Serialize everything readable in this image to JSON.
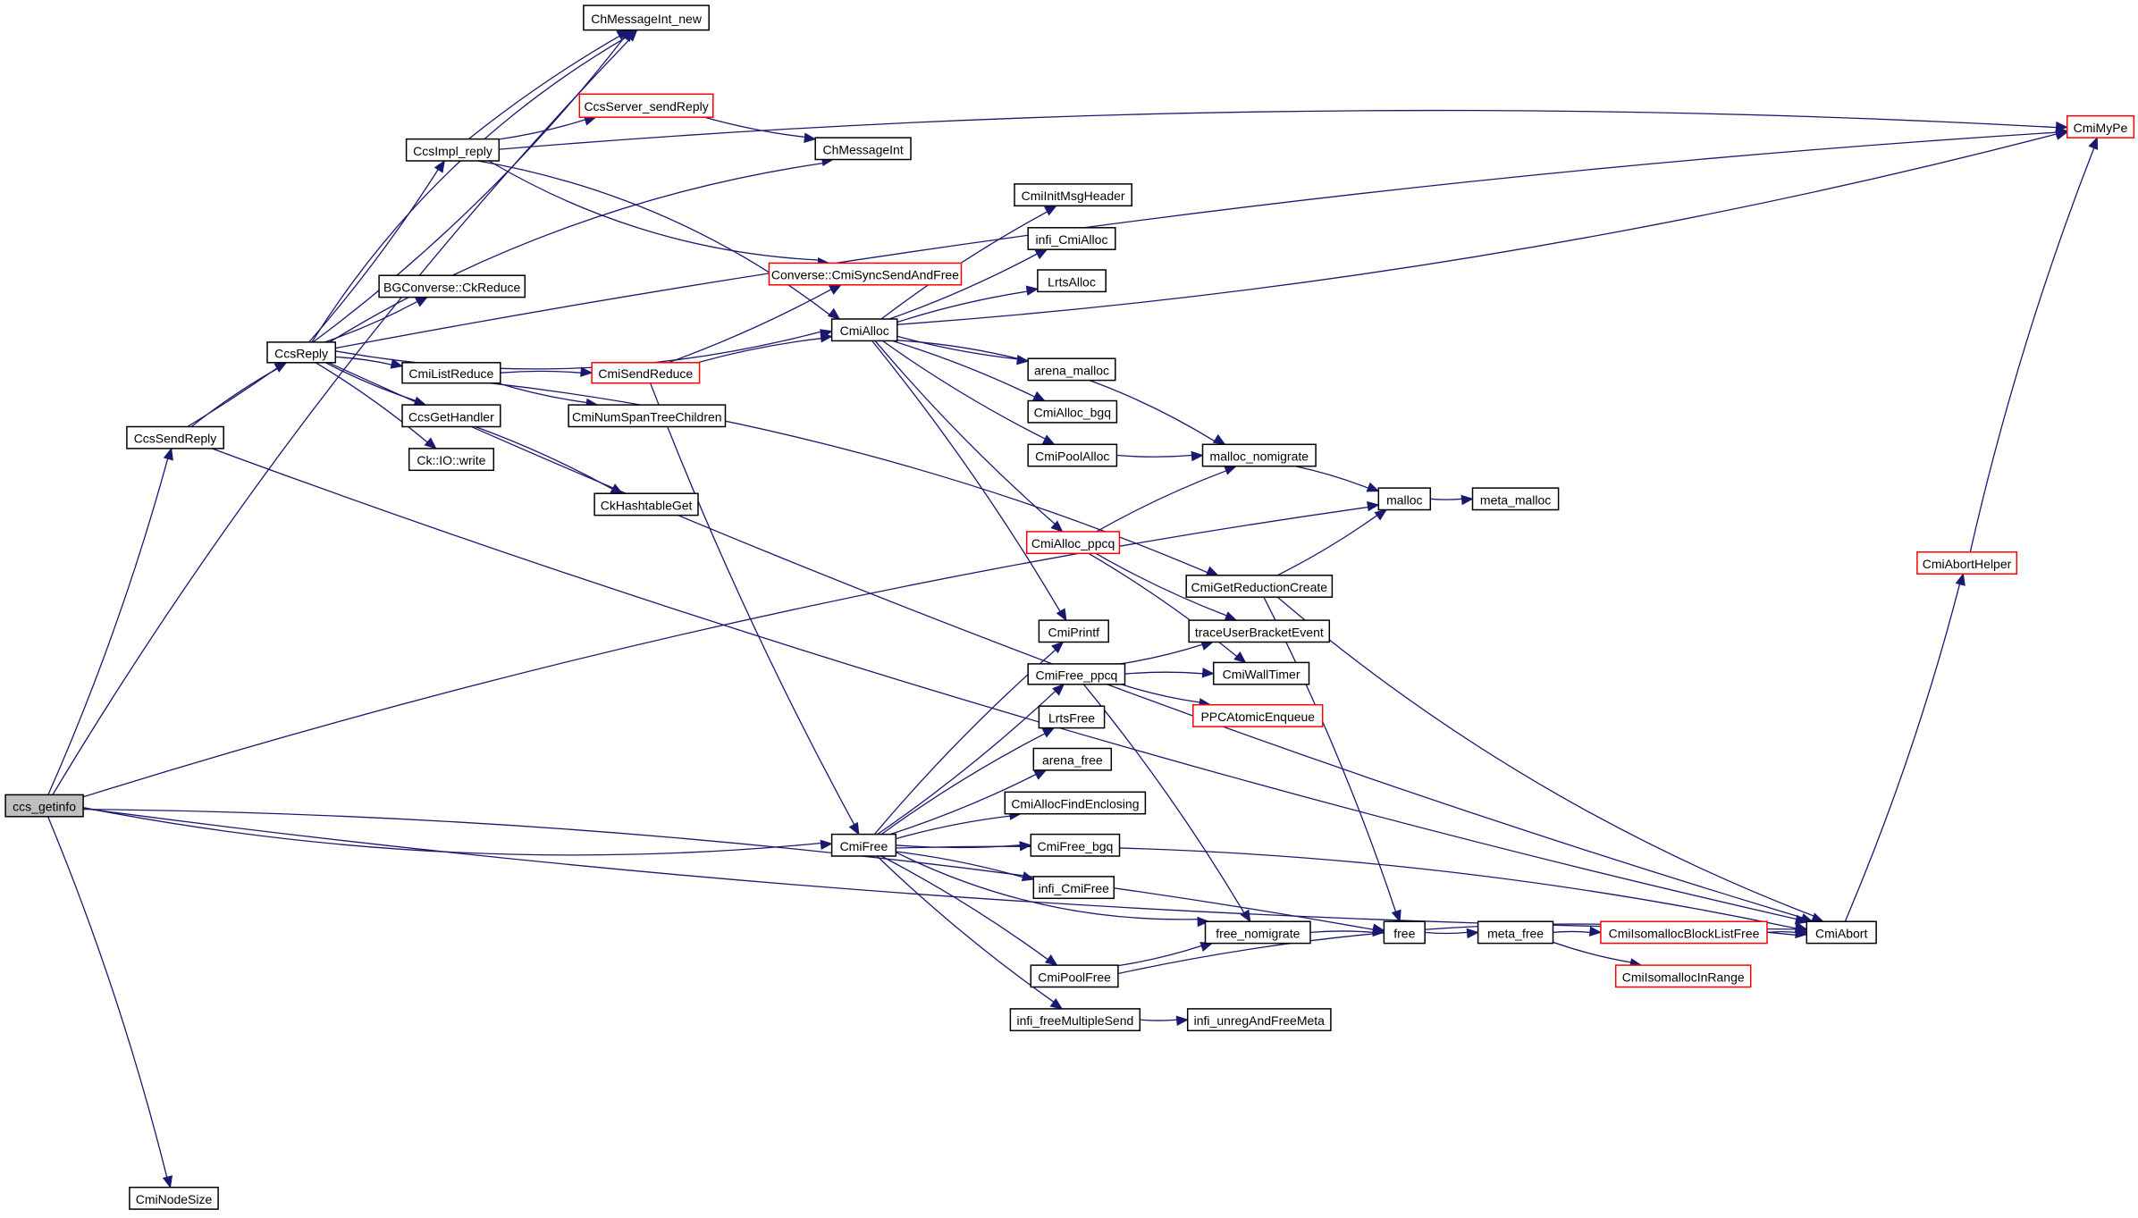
{
  "graph": {
    "type": "call-graph",
    "root": "ccs_getinfo",
    "colors": {
      "edge": "#191970",
      "node_border": "#000000",
      "node_border_external": "#ff0000",
      "root_fill": "#bfbfbf"
    },
    "nodes": [
      {
        "id": "ccs_getinfo",
        "label": "ccs_getinfo",
        "style": "root"
      },
      {
        "id": "ChMessageInt_new",
        "label": "ChMessageInt_new",
        "style": "normal"
      },
      {
        "id": "CcsServer_sendReply",
        "label": "CcsServer_sendReply",
        "style": "red"
      },
      {
        "id": "CcsImpl_reply",
        "label": "CcsImpl_reply",
        "style": "normal"
      },
      {
        "id": "ChMessageInt",
        "label": "ChMessageInt",
        "style": "normal"
      },
      {
        "id": "CmiMyPe",
        "label": "CmiMyPe",
        "style": "red"
      },
      {
        "id": "CmiInitMsgHeader",
        "label": "CmiInitMsgHeader",
        "style": "normal"
      },
      {
        "id": "infi_CmiAlloc",
        "label": "infi_CmiAlloc",
        "style": "normal"
      },
      {
        "id": "LrtsAlloc",
        "label": "LrtsAlloc",
        "style": "normal"
      },
      {
        "id": "BGConverse_CkReduce",
        "label": "BGConverse::CkReduce",
        "style": "normal"
      },
      {
        "id": "Converse_CmiSyncSendAndFree",
        "label": "Converse::CmiSyncSendAndFree",
        "style": "red"
      },
      {
        "id": "CmiAlloc",
        "label": "CmiAlloc",
        "style": "normal"
      },
      {
        "id": "CcsReply",
        "label": "CcsReply",
        "style": "normal"
      },
      {
        "id": "CmiListReduce",
        "label": "CmiListReduce",
        "style": "normal"
      },
      {
        "id": "CmiSendReduce",
        "label": "CmiSendReduce",
        "style": "red"
      },
      {
        "id": "arena_malloc",
        "label": "arena_malloc",
        "style": "normal"
      },
      {
        "id": "CcsGetHandler",
        "label": "CcsGetHandler",
        "style": "normal"
      },
      {
        "id": "CmiNumSpanTreeChildren",
        "label": "CmiNumSpanTreeChildren",
        "style": "normal"
      },
      {
        "id": "CmiAlloc_bgq",
        "label": "CmiAlloc_bgq",
        "style": "normal"
      },
      {
        "id": "CcsSendReply",
        "label": "CcsSendReply",
        "style": "normal"
      },
      {
        "id": "CmiPoolAlloc",
        "label": "CmiPoolAlloc",
        "style": "normal"
      },
      {
        "id": "malloc_nomigrate",
        "label": "malloc_nomigrate",
        "style": "normal"
      },
      {
        "id": "Ck_IO_write",
        "label": "Ck::IO::write",
        "style": "normal"
      },
      {
        "id": "malloc",
        "label": "malloc",
        "style": "normal"
      },
      {
        "id": "meta_malloc",
        "label": "meta_malloc",
        "style": "normal"
      },
      {
        "id": "CkHashtableGet",
        "label": "CkHashtableGet",
        "style": "normal"
      },
      {
        "id": "CmiAlloc_ppcq",
        "label": "CmiAlloc_ppcq",
        "style": "red"
      },
      {
        "id": "CmiAbortHelper",
        "label": "CmiAbortHelper",
        "style": "red"
      },
      {
        "id": "CmiGetReductionCreate",
        "label": "CmiGetReductionCreate",
        "style": "normal"
      },
      {
        "id": "CmiPrintf",
        "label": "CmiPrintf",
        "style": "normal"
      },
      {
        "id": "traceUserBracketEvent",
        "label": "traceUserBracketEvent",
        "style": "normal"
      },
      {
        "id": "CmiFree_ppcq",
        "label": "CmiFree_ppcq",
        "style": "normal"
      },
      {
        "id": "CmiWallTimer",
        "label": "CmiWallTimer",
        "style": "normal"
      },
      {
        "id": "PPCAtomicEnqueue",
        "label": "PPCAtomicEnqueue",
        "style": "red"
      },
      {
        "id": "LrtsFree",
        "label": "LrtsFree",
        "style": "normal"
      },
      {
        "id": "arena_free",
        "label": "arena_free",
        "style": "normal"
      },
      {
        "id": "CmiAllocFindEnclosing",
        "label": "CmiAllocFindEnclosing",
        "style": "normal"
      },
      {
        "id": "CmiFree",
        "label": "CmiFree",
        "style": "normal"
      },
      {
        "id": "CmiFree_bgq",
        "label": "CmiFree_bgq",
        "style": "normal"
      },
      {
        "id": "infi_CmiFree",
        "label": "infi_CmiFree",
        "style": "normal"
      },
      {
        "id": "free_nomigrate",
        "label": "free_nomigrate",
        "style": "normal"
      },
      {
        "id": "free",
        "label": "free",
        "style": "normal"
      },
      {
        "id": "meta_free",
        "label": "meta_free",
        "style": "normal"
      },
      {
        "id": "CmiIsomallocBlockListFree",
        "label": "CmiIsomallocBlockListFree",
        "style": "red"
      },
      {
        "id": "CmiAbort",
        "label": "CmiAbort",
        "style": "normal"
      },
      {
        "id": "CmiIsomallocInRange",
        "label": "CmiIsomallocInRange",
        "style": "red"
      },
      {
        "id": "CmiPoolFree",
        "label": "CmiPoolFree",
        "style": "normal"
      },
      {
        "id": "infi_freeMultipleSend",
        "label": "infi_freeMultipleSend",
        "style": "normal"
      },
      {
        "id": "infi_unregAndFreeMeta",
        "label": "infi_unregAndFreeMeta",
        "style": "normal"
      },
      {
        "id": "CmiNodeSize",
        "label": "CmiNodeSize",
        "style": "normal"
      }
    ],
    "edges": [
      [
        "ccs_getinfo",
        "ChMessageInt_new"
      ],
      [
        "ccs_getinfo",
        "CcsSendReply"
      ],
      [
        "ccs_getinfo",
        "malloc"
      ],
      [
        "ccs_getinfo",
        "CmiFree"
      ],
      [
        "ccs_getinfo",
        "free"
      ],
      [
        "ccs_getinfo",
        "CmiAbort"
      ],
      [
        "ccs_getinfo",
        "CmiNodeSize"
      ],
      [
        "CcsSendReply",
        "ChMessageInt_new"
      ],
      [
        "CcsSendReply",
        "CcsReply"
      ],
      [
        "CcsSendReply",
        "CmiAbort"
      ],
      [
        "CcsReply",
        "ChMessageInt_new"
      ],
      [
        "CcsReply",
        "CcsImpl_reply"
      ],
      [
        "CcsReply",
        "ChMessageInt"
      ],
      [
        "CcsReply",
        "BGConverse_CkReduce"
      ],
      [
        "CcsReply",
        "CmiMyPe"
      ],
      [
        "CcsReply",
        "CmiAlloc"
      ],
      [
        "CcsReply",
        "CmiListReduce"
      ],
      [
        "CcsReply",
        "CcsGetHandler"
      ],
      [
        "CcsReply",
        "Ck_IO_write"
      ],
      [
        "CcsReply",
        "CmiAbort"
      ],
      [
        "CcsImpl_reply",
        "ChMessageInt_new"
      ],
      [
        "CcsImpl_reply",
        "CcsServer_sendReply"
      ],
      [
        "CcsImpl_reply",
        "CmiMyPe"
      ],
      [
        "CcsImpl_reply",
        "Converse_CmiSyncSendAndFree"
      ],
      [
        "CcsImpl_reply",
        "CmiAlloc"
      ],
      [
        "CcsServer_sendReply",
        "ChMessageInt"
      ],
      [
        "CmiListReduce",
        "CmiSendReduce"
      ],
      [
        "CmiListReduce",
        "CmiNumSpanTreeChildren"
      ],
      [
        "CmiListReduce",
        "CmiGetReductionCreate"
      ],
      [
        "CmiSendReduce",
        "Converse_CmiSyncSendAndFree"
      ],
      [
        "CmiSendReduce",
        "CmiAlloc"
      ],
      [
        "CmiSendReduce",
        "CmiFree"
      ],
      [
        "CcsGetHandler",
        "CkHashtableGet"
      ],
      [
        "CmiAlloc",
        "CmiMyPe"
      ],
      [
        "CmiAlloc",
        "CmiInitMsgHeader"
      ],
      [
        "CmiAlloc",
        "infi_CmiAlloc"
      ],
      [
        "CmiAlloc",
        "LrtsAlloc"
      ],
      [
        "CmiAlloc",
        "arena_malloc"
      ],
      [
        "CmiAlloc",
        "CmiAlloc_bgq"
      ],
      [
        "CmiAlloc",
        "CmiPoolAlloc"
      ],
      [
        "CmiAlloc",
        "malloc_nomigrate"
      ],
      [
        "CmiAlloc",
        "CmiAlloc_ppcq"
      ],
      [
        "CmiAlloc",
        "CmiPrintf"
      ],
      [
        "CmiPoolAlloc",
        "malloc_nomigrate"
      ],
      [
        "malloc_nomigrate",
        "malloc"
      ],
      [
        "malloc",
        "meta_malloc"
      ],
      [
        "CmiAlloc_ppcq",
        "malloc_nomigrate"
      ],
      [
        "CmiAlloc_ppcq",
        "traceUserBracketEvent"
      ],
      [
        "CmiAlloc_ppcq",
        "CmiWallTimer"
      ],
      [
        "CmiGetReductionCreate",
        "malloc"
      ],
      [
        "CmiGetReductionCreate",
        "free"
      ],
      [
        "CmiGetReductionCreate",
        "CmiAbort"
      ],
      [
        "CmiFree",
        "CmiPrintf"
      ],
      [
        "CmiFree",
        "CmiFree_ppcq"
      ],
      [
        "CmiFree",
        "LrtsFree"
      ],
      [
        "CmiFree",
        "arena_free"
      ],
      [
        "CmiFree",
        "CmiAllocFindEnclosing"
      ],
      [
        "CmiFree",
        "CmiFree_bgq"
      ],
      [
        "CmiFree",
        "infi_CmiFree"
      ],
      [
        "CmiFree",
        "free_nomigrate"
      ],
      [
        "CmiFree",
        "CmiPoolFree"
      ],
      [
        "CmiFree",
        "infi_freeMultipleSend"
      ],
      [
        "CmiFree",
        "CmiAbort"
      ],
      [
        "CmiFree_ppcq",
        "traceUserBracketEvent"
      ],
      [
        "CmiFree_ppcq",
        "CmiWallTimer"
      ],
      [
        "CmiFree_ppcq",
        "PPCAtomicEnqueue"
      ],
      [
        "CmiFree_ppcq",
        "free_nomigrate"
      ],
      [
        "CmiPoolFree",
        "free_nomigrate"
      ],
      [
        "CmiPoolFree",
        "CmiAbort"
      ],
      [
        "infi_freeMultipleSend",
        "infi_unregAndFreeMeta"
      ],
      [
        "free_nomigrate",
        "free"
      ],
      [
        "free",
        "meta_free"
      ],
      [
        "meta_free",
        "CmiIsomallocBlockListFree"
      ],
      [
        "meta_free",
        "CmiIsomallocInRange"
      ],
      [
        "CmiIsomallocBlockListFree",
        "CmiAbort"
      ],
      [
        "CmiAbort",
        "CmiAbortHelper"
      ],
      [
        "CmiAbortHelper",
        "CmiMyPe"
      ]
    ]
  }
}
